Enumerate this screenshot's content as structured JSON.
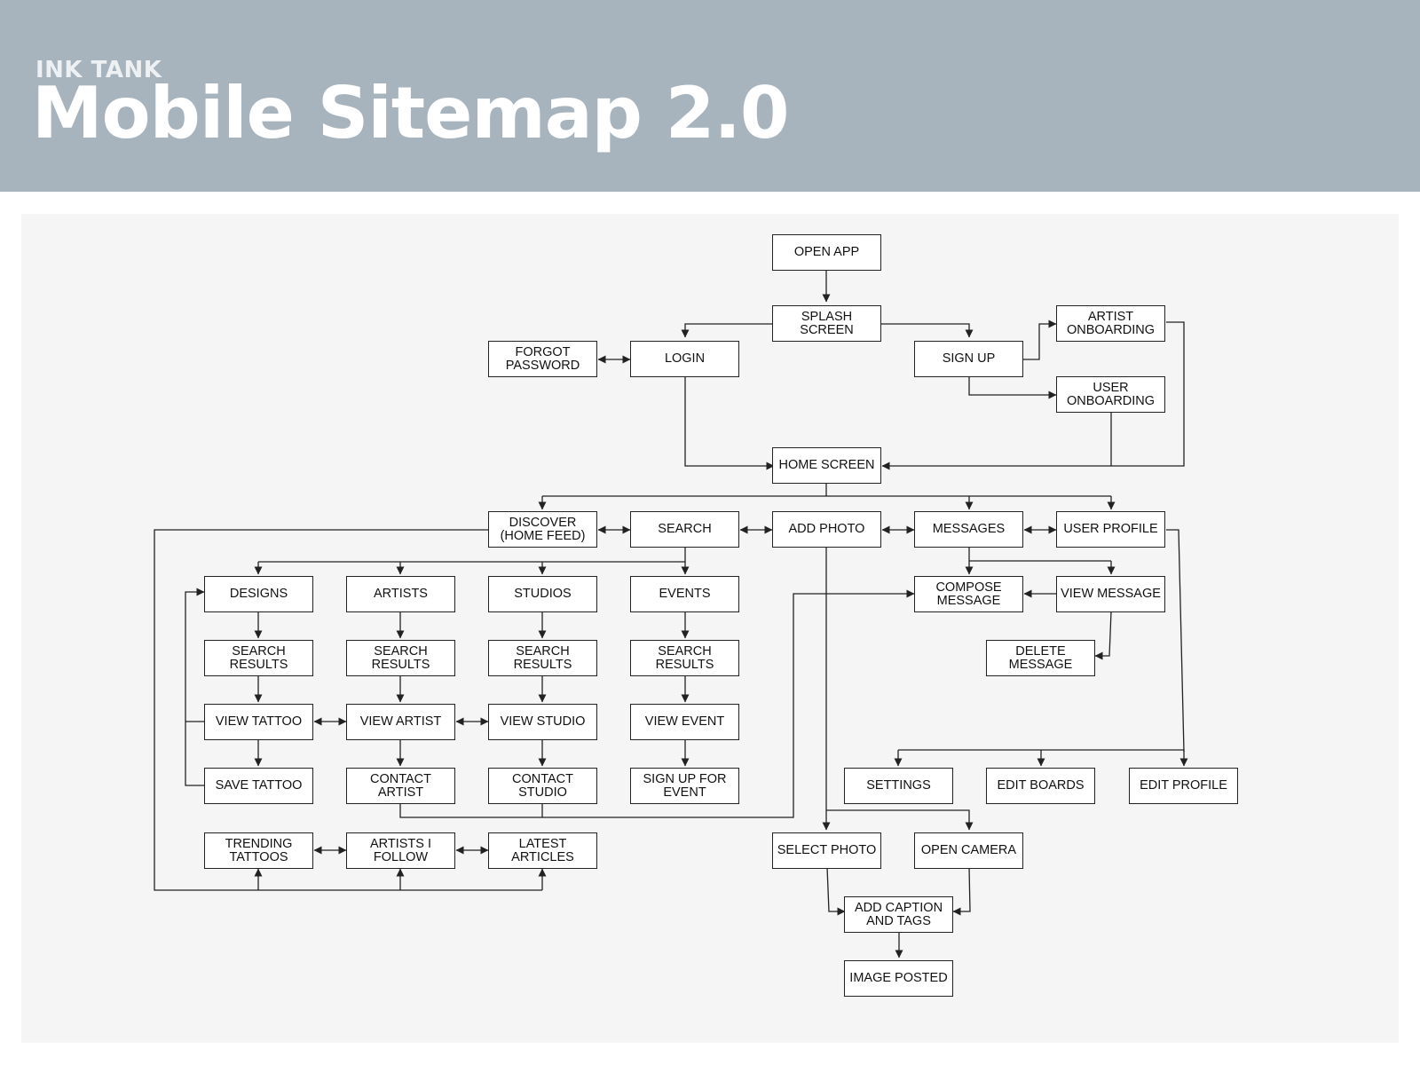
{
  "header": {
    "brand": "INK TANK",
    "title": "Mobile Sitemap 2.0"
  },
  "diagram": {
    "nodes": {
      "open_app": "OPEN APP",
      "splash": "SPLASH SCREEN",
      "login": "LOGIN",
      "forgot": "FORGOT PASSWORD",
      "signup": "SIGN UP",
      "artist_onb": "ARTIST ONBOARDING",
      "user_onb": "USER ONBOARDING",
      "home": "HOME SCREEN",
      "discover": "DISCOVER (HOME FEED)",
      "search": "SEARCH",
      "add_photo": "ADD PHOTO",
      "messages": "MESSAGES",
      "user_profile": "USER PROFILE",
      "designs": "DESIGNS",
      "artists": "ARTISTS",
      "studios": "STUDIOS",
      "events": "EVENTS",
      "sr_designs": "SEARCH RESULTS",
      "sr_artists": "SEARCH RESULTS",
      "sr_studios": "SEARCH RESULTS",
      "sr_events": "SEARCH RESULTS",
      "view_tattoo": "VIEW TATTOO",
      "view_artist": "VIEW ARTIST",
      "view_studio": "VIEW STUDIO",
      "view_event": "VIEW EVENT",
      "save_tattoo": "SAVE TATTOO",
      "contact_artist": "CONTACT ARTIST",
      "contact_studio": "CONTACT STUDIO",
      "signup_event": "SIGN UP FOR EVENT",
      "trending": "TRENDING TATTOOS",
      "artists_follow": "ARTISTS I FOLLOW",
      "latest": "LATEST ARTICLES",
      "compose": "COMPOSE MESSAGE",
      "view_message": "VIEW MESSAGE",
      "delete_message": "DELETE MESSAGE",
      "settings": "SETTINGS",
      "edit_boards": "EDIT BOARDS",
      "edit_profile": "EDIT PROFILE",
      "select_photo": "SELECT PHOTO",
      "open_camera": "OPEN CAMERA",
      "caption": "ADD CAPTION AND TAGS",
      "posted": "IMAGE POSTED"
    }
  }
}
